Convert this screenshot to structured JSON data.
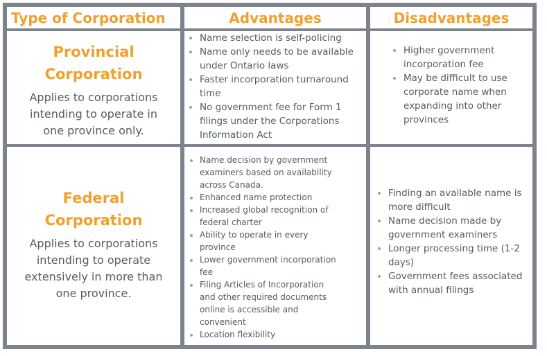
{
  "headers": {
    "type": "Type of Corporation",
    "advantages": "Advantages",
    "disadvantages": "Disadvantages"
  },
  "colors": {
    "accent": "#f0a030",
    "grid": "#7d838c",
    "text": "#555b63"
  },
  "rows": [
    {
      "type_line1": "Provincial",
      "type_line2": "Corporation",
      "description": "Applies to corporations intending to operate in one province only.",
      "advantages": [
        "Name selection is self-policing",
        "Name only needs to be available under Ontario laws",
        "Faster incorporation turnaround time",
        "No government fee for Form 1 filings under the Corporations Information Act"
      ],
      "disadvantages": [
        "Higher government incorporation fee",
        "May be difficult to use corporate name when expanding into other provinces"
      ]
    },
    {
      "type_line1": "Federal",
      "type_line2": "Corporation",
      "description": "Applies to corporations intending to operate extensively in more than one province.",
      "advantages": [
        "Name decision by government examiners based on availability across Canada.",
        "Enhanced name protection",
        "Increased global recognition of federal charter",
        "Ability to operate in every province",
        "Lower government incorporation fee",
        "Filing Articles of Incorporation and other required documents online is accessible and convenient",
        "Location flexibility"
      ],
      "disadvantages": [
        "Finding an available name is more difficult",
        "Name decision made by government examiners",
        "Longer processing time (1-2 days)",
        "Government fees associated with annual filings"
      ]
    }
  ]
}
